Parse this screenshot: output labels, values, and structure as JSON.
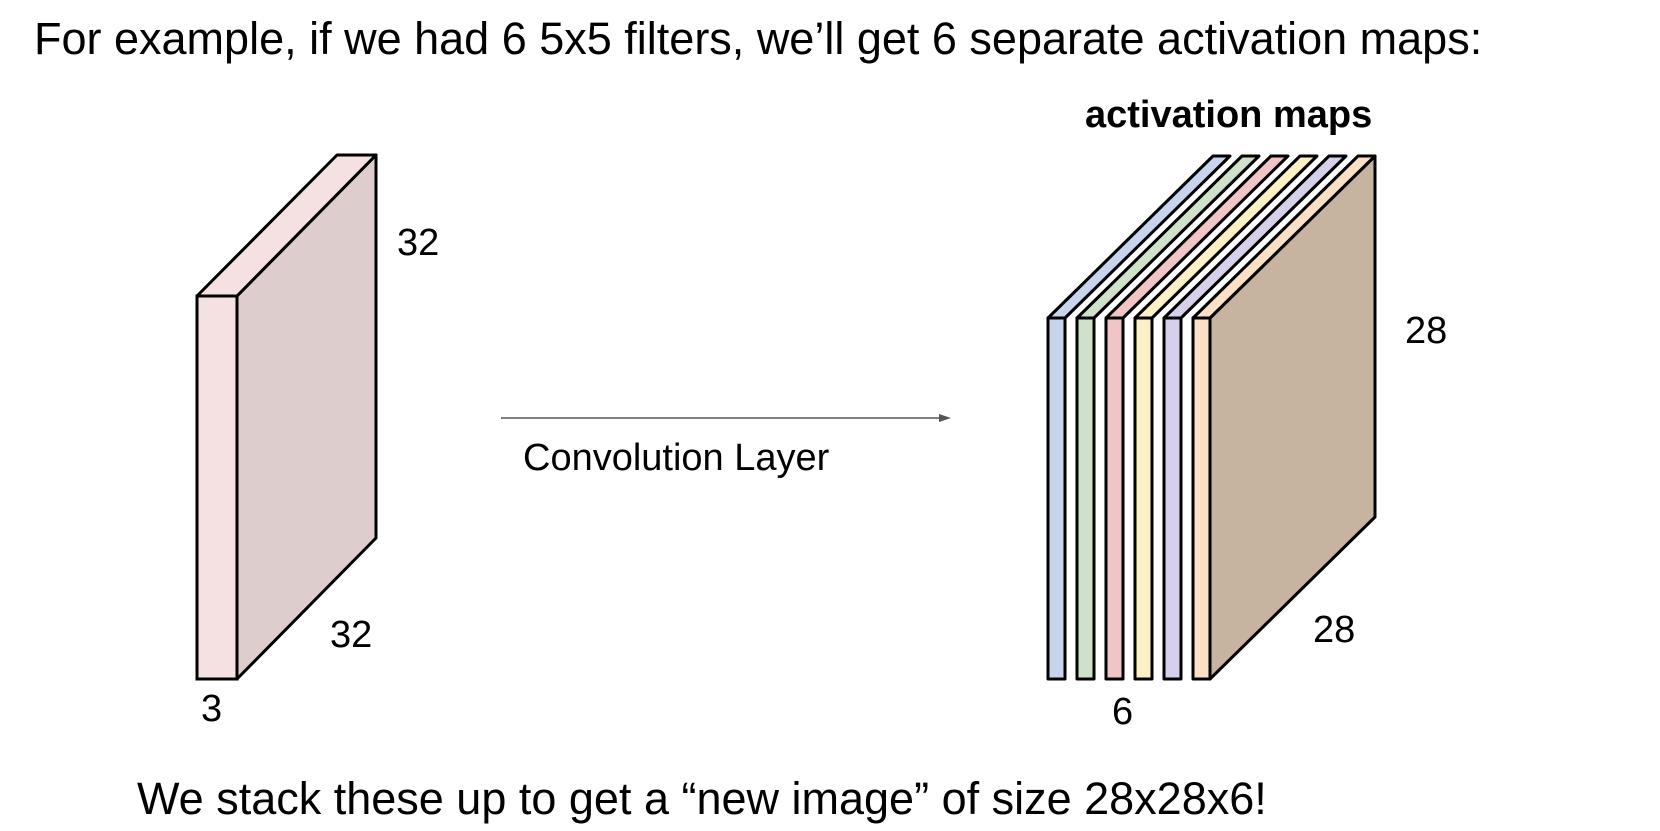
{
  "heading": "For example, if we had 6 5x5 filters, we’ll get 6 separate activation maps:",
  "input_volume": {
    "height_label": "32",
    "width_label": "32",
    "depth_label": "3",
    "front_color": "#f5e1e1",
    "side_color": "#ddcdcd"
  },
  "arrow": {
    "label": "Convolution Layer",
    "color": "#555555"
  },
  "activation_maps": {
    "title": "activation maps",
    "height_label": "28",
    "width_label": "28",
    "depth_label": "6",
    "slice_colors": [
      "#c6d5ec",
      "#cfe2c9",
      "#f1c5c5",
      "#fbf0c6",
      "#d6d0ea",
      "#fbe0c6"
    ],
    "back_color": "#c6b3a0"
  },
  "footer": "We stack these up to get a “new image” of size 28x28x6!"
}
